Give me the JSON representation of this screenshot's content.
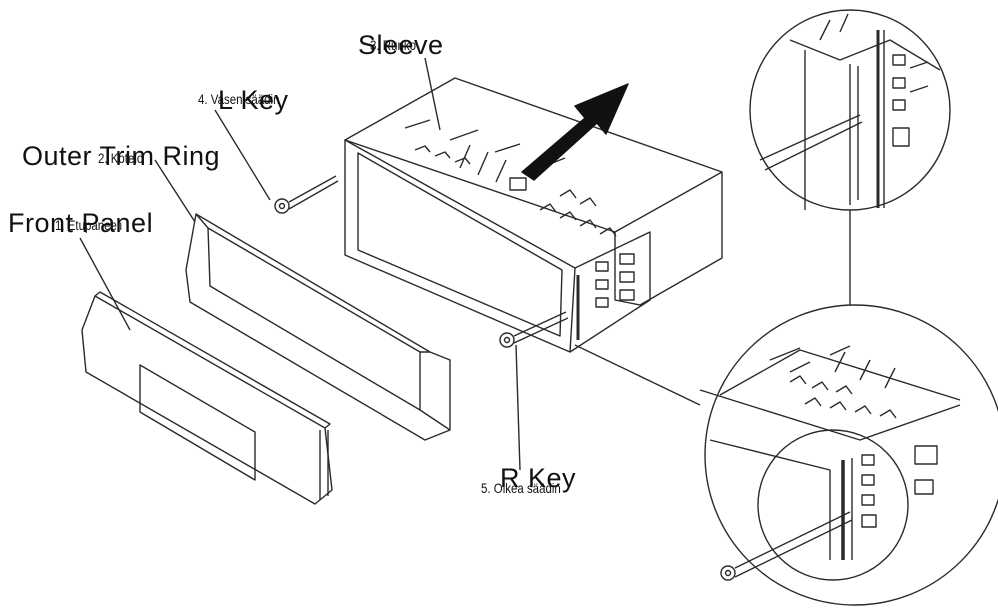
{
  "labels": {
    "sleeve": {
      "en": "Sleeve",
      "fi": "3. Runko"
    },
    "l_key": {
      "en": "L Key",
      "fi": "4. Vasen säädin"
    },
    "outer_trim_ring": {
      "en": "Outer Trim Ring",
      "fi": "2. Kotelo"
    },
    "front_panel": {
      "en": "Front Panel",
      "fi": "1. Etupaneeli"
    },
    "r_key": {
      "en": "R Key",
      "fi": "5. Oikea säädin"
    }
  },
  "colors": {
    "line": "#2a2a2a",
    "accent": "#111111",
    "background": "#ffffff"
  }
}
